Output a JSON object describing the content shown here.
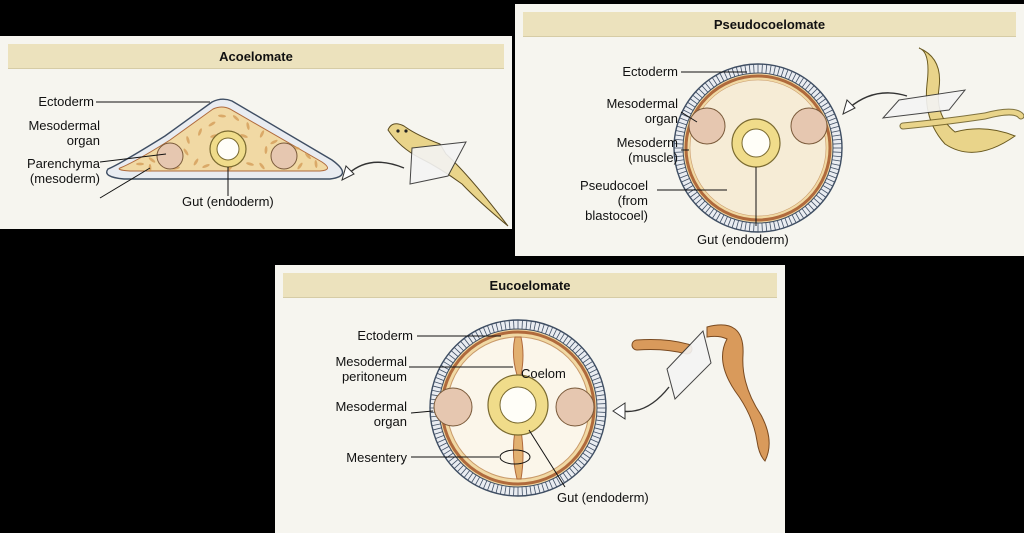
{
  "acoelomate": {
    "title": "Acoelomate",
    "labels": {
      "ectoderm": "Ectoderm",
      "mesodermal_organ": "Mesodermal\norgan",
      "parenchyma": "Parenchyma\n(mesoderm)",
      "gut": "Gut (endoderm)"
    }
  },
  "pseudocoelomate": {
    "title": "Pseudocoelomate",
    "labels": {
      "ectoderm": "Ectoderm",
      "mesodermal_organ": "Mesodermal\norgan",
      "mesoderm": "Mesoderm\n(muscle)",
      "pseudocoel": "Pseudocoel\n(from\nblastocoel)",
      "gut": "Gut (endoderm)"
    }
  },
  "eucoelomate": {
    "title": "Eucoelomate",
    "labels": {
      "ectoderm": "Ectoderm",
      "peritoneum": "Mesodermal\nperitoneum",
      "coelom": "Coelom",
      "mesodermal_organ": "Mesodermal\norgan",
      "mesentery": "Mesentery",
      "gut": "Gut (endoderm)"
    }
  },
  "colors": {
    "tissue": "#f1d9a4",
    "parenchyma_fleck": "#d39a55",
    "ectoderm_fill": "#e9ecf1",
    "ectoderm_stroke": "#3f4e63",
    "gut": "#f0dc8a",
    "muscle": "#b06a3c",
    "organ": "#e6c7b0",
    "worm": "#e9d48a",
    "earthworm": "#d99a5b"
  }
}
